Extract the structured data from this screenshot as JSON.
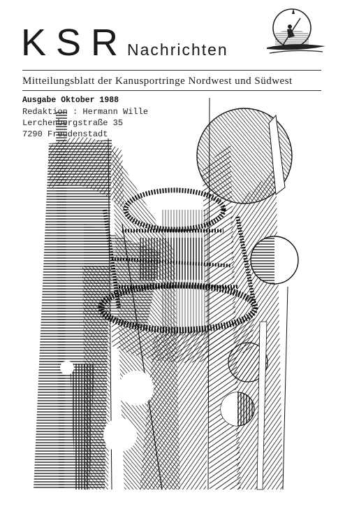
{
  "header": {
    "brand": "KSR",
    "brand_sub": "Nachrichten",
    "subtitle": "Mitteilungsblatt der Kanusportringe Nordwest und Südwest"
  },
  "issue": {
    "title": "Ausgabe Oktober 1988",
    "editor": "Redaktion : Hermann Wille",
    "street": "Lerchenbergstraße 35",
    "city": "7290 Freudenstadt"
  },
  "icons": {
    "logo": "kayaker-sun-logo-icon",
    "artwork": "abstract-hatched-towers-illustration"
  },
  "colors": {
    "ink": "#1a1a1a",
    "paper": "#ffffff"
  }
}
